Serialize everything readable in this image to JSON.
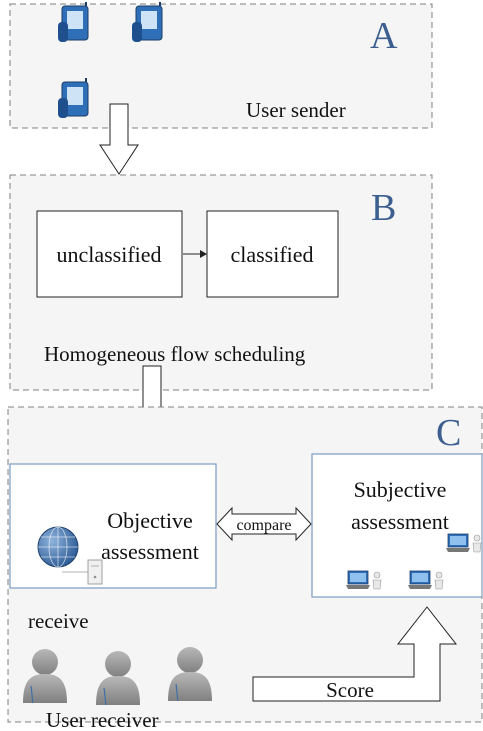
{
  "panels": {
    "a": {
      "letter": "A",
      "caption": "User sender"
    },
    "b": {
      "letter": "B",
      "caption": "Homogeneous flow scheduling",
      "box_unclassified": "unclassified",
      "box_classified": "classified"
    },
    "c": {
      "letter": "C",
      "objective_line1": "Objective",
      "objective_line2": "assessment",
      "compare": "compare",
      "subjective_line1": "Subjective",
      "subjective_line2": "assessment",
      "receive": "receive",
      "score": "Score",
      "caption": "User receiver"
    }
  },
  "colors": {
    "letter": "#3c5f8f",
    "dashed_border": "#808080",
    "panel_fill": "#f5f5f5",
    "device_blue": "#2f6fb8",
    "globe_blue": "#3a6ea8",
    "person_gray": "#9a9a9a",
    "box_border": "#7a9cc0"
  },
  "icons": [
    "pda-icon",
    "globe-icon",
    "server-icon",
    "laptop-user-icon",
    "person-icon"
  ]
}
